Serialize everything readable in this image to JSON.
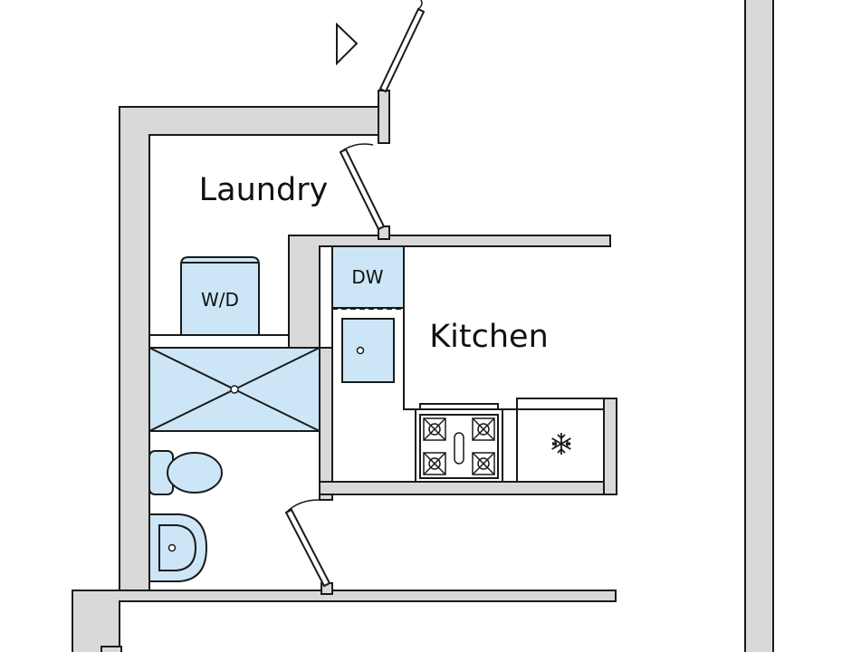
{
  "rooms": {
    "laundry": "Laundry",
    "kitchen": "Kitchen"
  },
  "fixtures": {
    "washer_dryer": "W/D",
    "dishwasher": "DW"
  },
  "icons": {
    "entry": "entry-arrow-icon",
    "freezer": "snowflake-icon"
  },
  "colors": {
    "wall_fill": "#d9d9d9",
    "fixture_fill": "#cce6f7",
    "outline": "#1a1a1a"
  }
}
